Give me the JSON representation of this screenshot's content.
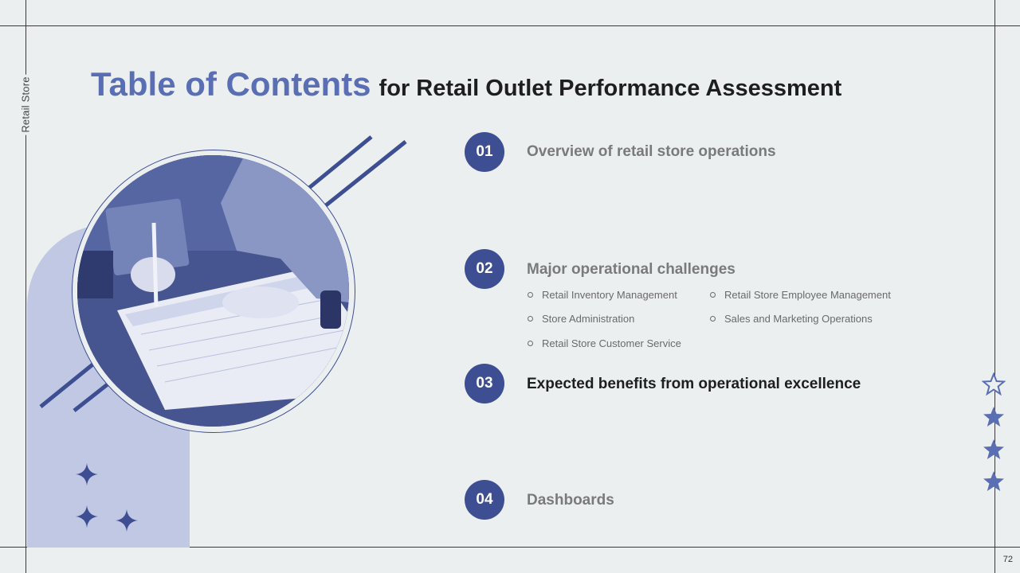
{
  "slide": {
    "side_label": "Retail Store",
    "title_main": "Table of Contents",
    "title_sub": "for Retail Outlet Performance Assessment",
    "page_number": "72"
  },
  "items": [
    {
      "number": "01",
      "heading": "Overview of retail store operations"
    },
    {
      "number": "02",
      "heading": "Major operational challenges",
      "bullets": [
        "Retail Inventory Management",
        "Retail Store Employee Management",
        "Store Administration",
        "Sales and Marketing Operations",
        "Retail Store Customer Service"
      ]
    },
    {
      "number": "03",
      "heading": "Expected benefits from operational excellence"
    },
    {
      "number": "04",
      "heading": "Dashboards"
    }
  ],
  "colors": {
    "accent": "#3d4f92",
    "title": "#5a6fb3",
    "blob": "#c1c8e4",
    "background": "#ebeff0"
  },
  "icons": {
    "decor_left": "four-point-sparkle-icon",
    "decor_right": "star-icon"
  }
}
